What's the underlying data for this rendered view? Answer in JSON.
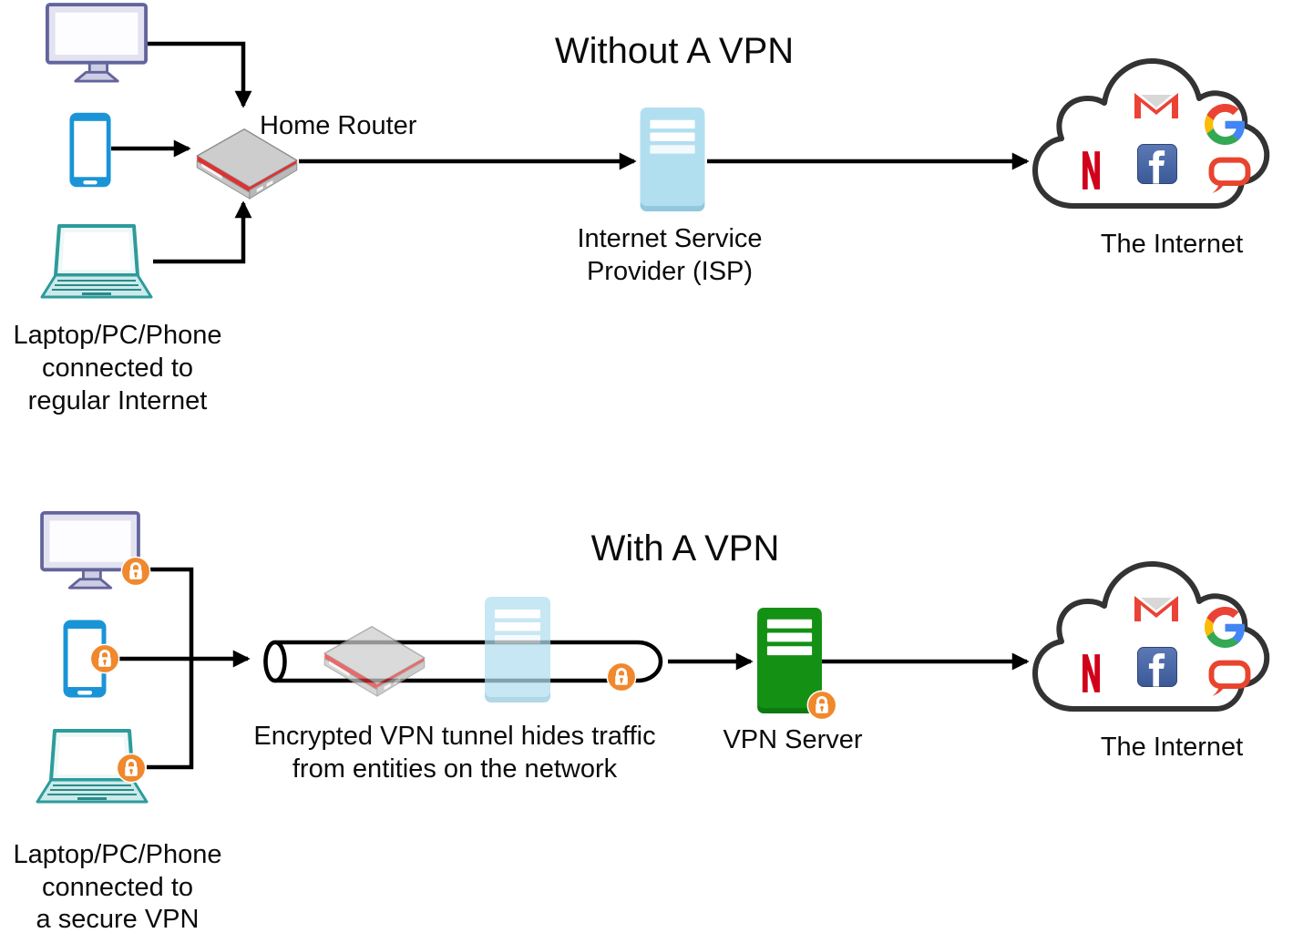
{
  "diagram": {
    "top": {
      "title": "Without A VPN",
      "home_router_label": "Home Router",
      "isp_line1": "Internet Service",
      "isp_line2": "Provider (ISP)",
      "internet_label": "The Internet",
      "caption_line1": "Laptop/PC/Phone",
      "caption_line2": "connected to",
      "caption_line3": "regular Internet"
    },
    "bottom": {
      "title": "With A VPN",
      "tunnel_line1": "Encrypted VPN tunnel hides traffic",
      "tunnel_line2": "from entities on the network",
      "vpn_server_label": "VPN Server",
      "internet_label": "The Internet",
      "caption_line1": "Laptop/PC/Phone",
      "caption_line2": "connected to",
      "caption_line3": "a secure VPN"
    }
  },
  "icons": {
    "devices": [
      "desktop-monitor-icon",
      "smartphone-icon",
      "laptop-icon"
    ],
    "network": [
      "home-router-icon",
      "isp-server-icon",
      "vpn-server-icon",
      "lock-badge-icon",
      "vpn-tunnel",
      "internet-cloud-icon"
    ],
    "cloud_services": [
      "gmail-icon",
      "google-icon",
      "netflix-icon",
      "facebook-icon",
      "chat-bubble-icon"
    ]
  },
  "colors": {
    "background": "#ffffff",
    "arrow_black": "#000000",
    "lock_badge_orange": "#f0882d",
    "vpn_server_green": "#149114",
    "isp_server_blue": "#b2dff0",
    "monitor_purple": "#63649b",
    "phone_blue": "#1a94d6",
    "laptop_teal": "#2d9b9b",
    "router_red_stripe": "#e03131",
    "cloud_outline": "#333333",
    "netflix_red": "#d0021b",
    "gmail_red": "#ea4335",
    "facebook_blue": "#3b5998",
    "chat_bubble_red": "#e8442e"
  }
}
